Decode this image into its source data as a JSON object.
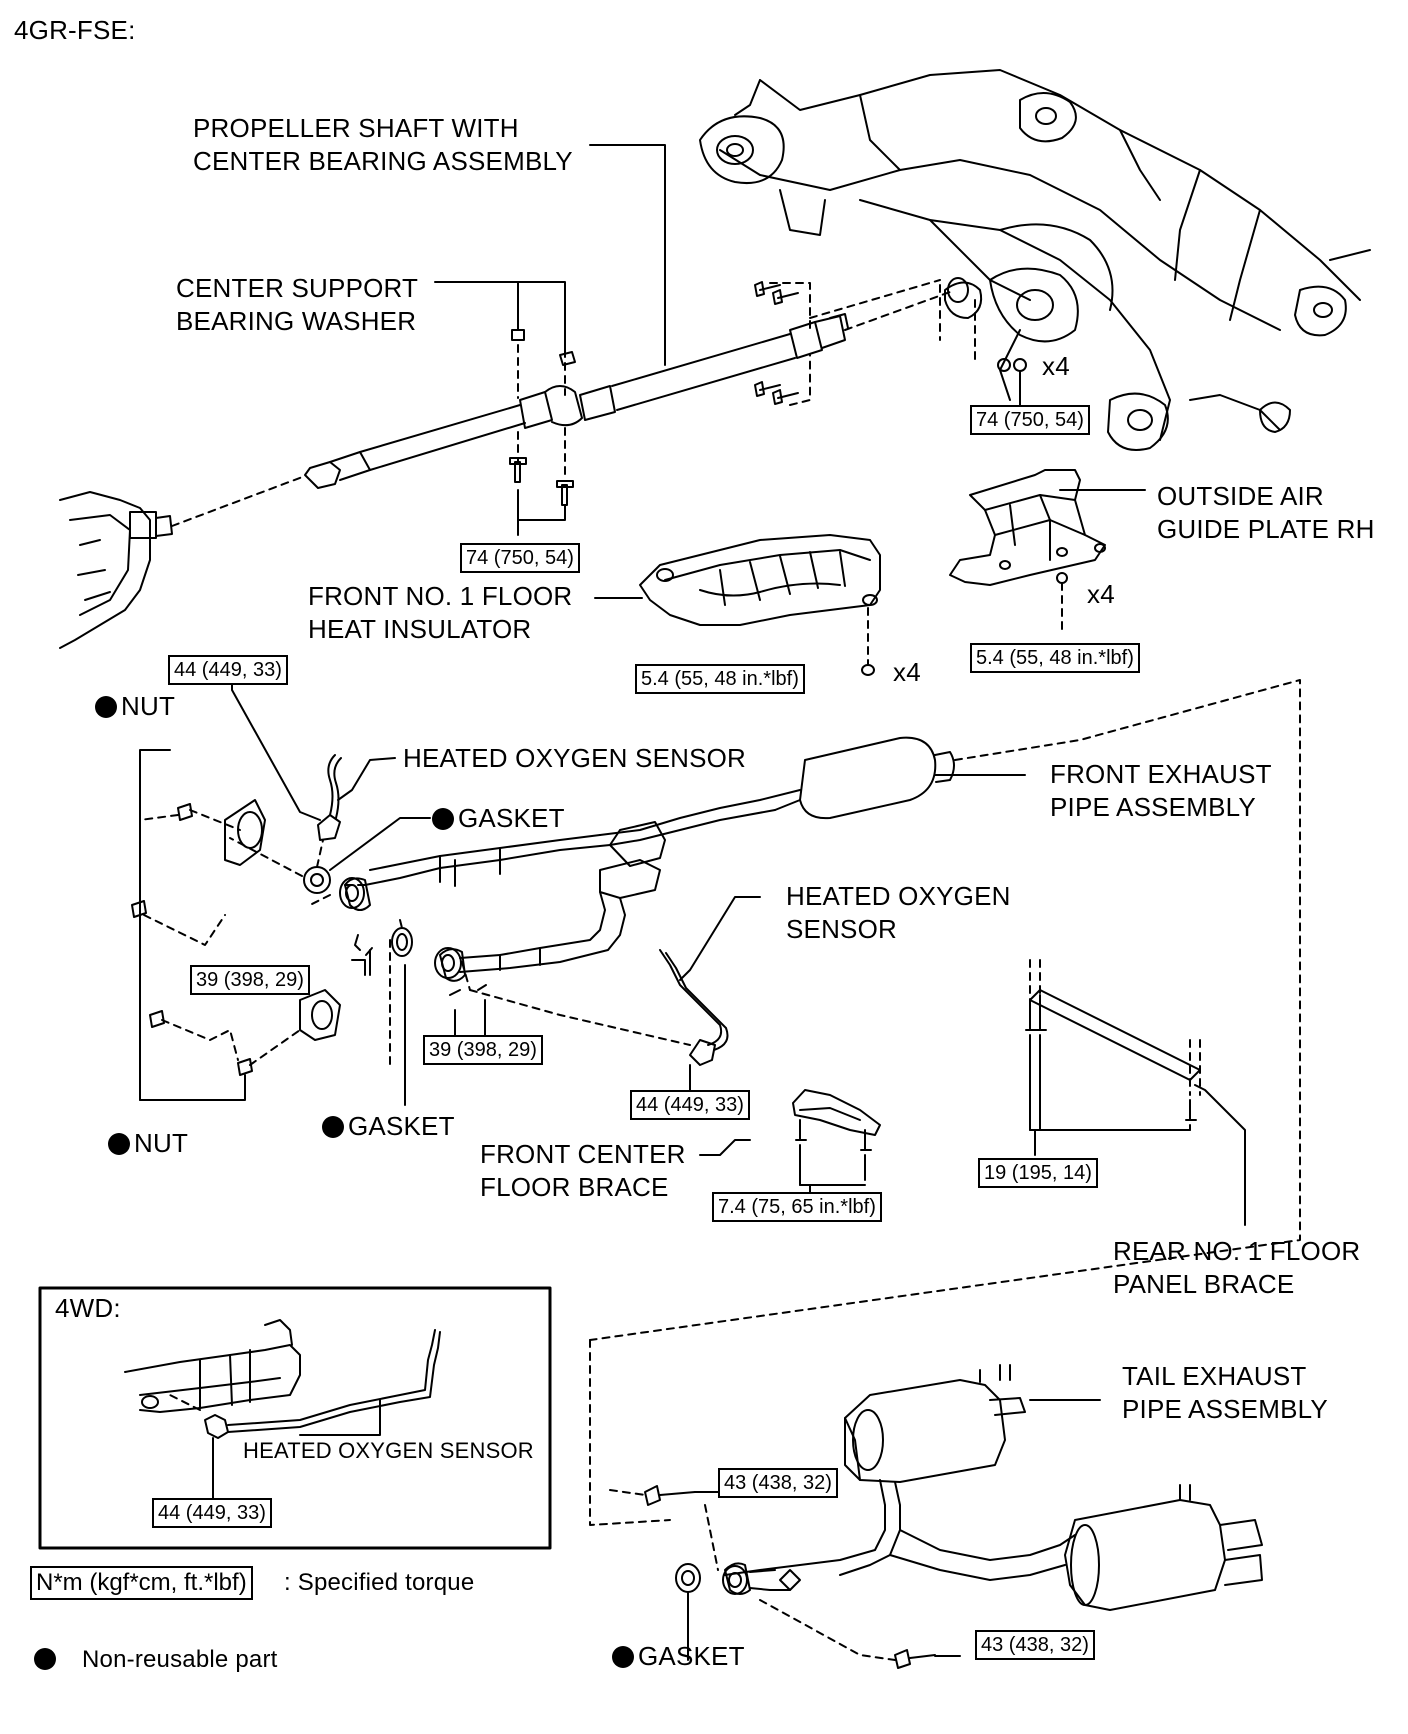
{
  "header": {
    "engine": "4GR-FSE:"
  },
  "labels": {
    "propeller_shaft": [
      "PROPELLER SHAFT WITH",
      "CENTER BEARING ASSEMBLY"
    ],
    "center_support_washer": [
      "CENTER SUPPORT",
      "BEARING WASHER"
    ],
    "outside_air_guide": [
      "OUTSIDE AIR",
      "GUIDE PLATE RH"
    ],
    "front_floor_insulator": [
      "FRONT NO. 1 FLOOR",
      "HEAT INSULATOR"
    ],
    "nut": "NUT",
    "heated_oxygen_sensor": "HEATED OXYGEN SENSOR",
    "gasket": "GASKET",
    "front_exhaust_pipe": [
      "FRONT EXHAUST",
      "PIPE ASSEMBLY"
    ],
    "heated_oxygen_sensor_2": [
      "HEATED OXYGEN",
      "SENSOR"
    ],
    "front_center_brace": [
      "FRONT CENTER",
      "FLOOR BRACE"
    ],
    "rear_floor_brace": [
      "REAR NO. 1 FLOOR",
      "PANEL BRACE"
    ],
    "tail_exhaust_pipe": [
      "TAIL EXHAUST",
      "PIPE ASSEMBLY"
    ],
    "x4": "x4"
  },
  "torque": {
    "prop_shaft_rear": "74 (750, 54)",
    "center_bearing": "74 (750, 54)",
    "guide_plate": "5.4 (55, 48 in.*lbf)",
    "floor_insulator": "5.4 (55, 48 in.*lbf)",
    "o2_sensor_upper": "44 (449, 33)",
    "flange_left_upper": "39 (398, 29)",
    "flange_left_lower": "39 (398, 29)",
    "o2_sensor_lower": "44 (449, 33)",
    "front_center_brace": "7.4 (75, 65 in.*lbf)",
    "rear_floor_brace": "19 (195, 14)",
    "tail_upper": "43 (438, 32)",
    "tail_lower": "43 (438, 32)",
    "fourwd_o2": "44 (449, 33)"
  },
  "inset": {
    "title": "4WD:",
    "sensor_label": "HEATED OXYGEN SENSOR"
  },
  "legend": {
    "torque_unit": "N*m (kgf*cm, ft.*lbf)",
    "torque_text": ": Specified torque",
    "nonreusable": "Non-reusable part"
  }
}
